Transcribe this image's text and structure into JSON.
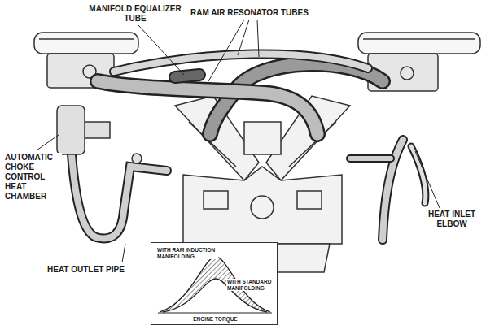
{
  "diagram": {
    "nodes": [
      {
        "text": [
          "WITH RAM INDUCTION MANIFOLDING",
          "WITH STANDARD MANIFOLDING",
          "ENGINE TORQUE"
        ]
      }
    ],
    "labels": [
      "MANIFOLD EQUALIZER TUBE",
      "RAM AIR RESONATOR TUBES",
      "AUTOMATIC CHOKE CONTROL HEAT CHAMBER",
      "HEAT INLET ELBOW",
      "HEAT OUTLET PIPE"
    ]
  }
}
